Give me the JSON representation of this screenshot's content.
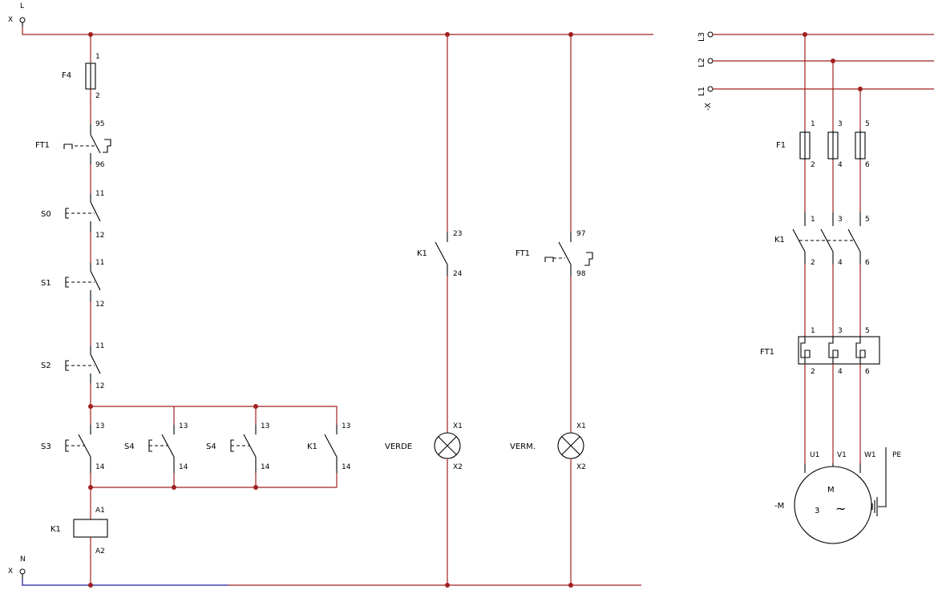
{
  "supply": {
    "l_terminal": "X",
    "l_label": "L",
    "n_terminal": "X",
    "n_label": "N",
    "three_phase_terminal": "-X",
    "phases": [
      "L3",
      "L2",
      "L1"
    ]
  },
  "control": {
    "f4": {
      "tag": "F4",
      "t1": "1",
      "t2": "2"
    },
    "ft1_nc": {
      "tag": "FT1",
      "t1": "95",
      "t2": "96"
    },
    "s0": {
      "tag": "S0",
      "t1": "11",
      "t2": "12"
    },
    "s1": {
      "tag": "S1",
      "t1": "11",
      "t2": "12"
    },
    "s2": {
      "tag": "S2",
      "t1": "11",
      "t2": "12"
    },
    "s3": {
      "tag": "S3",
      "t1": "13",
      "t2": "14"
    },
    "s4a": {
      "tag": "S4",
      "t1": "13",
      "t2": "14"
    },
    "s4b": {
      "tag": "S4",
      "t1": "13",
      "t2": "14"
    },
    "k1_hold": {
      "tag": "K1",
      "t1": "13",
      "t2": "14"
    },
    "k1_coil": {
      "tag": "K1",
      "t1": "A1",
      "t2": "A2"
    },
    "k1_aux": {
      "tag": "K1",
      "t1": "23",
      "t2": "24"
    },
    "ft1_no": {
      "tag": "FT1",
      "t1": "97",
      "t2": "98"
    },
    "lamp_green": {
      "tag": "VERDE",
      "t1": "X1",
      "t2": "X2"
    },
    "lamp_red": {
      "tag": "VERM.",
      "t1": "X1",
      "t2": "X2"
    }
  },
  "power": {
    "f1": {
      "tag": "F1",
      "top": [
        "1",
        "3",
        "5"
      ],
      "bottom": [
        "2",
        "4",
        "6"
      ]
    },
    "k1": {
      "tag": "K1",
      "top": [
        "1",
        "3",
        "5"
      ],
      "bottom": [
        "2",
        "4",
        "6"
      ]
    },
    "ft1": {
      "tag": "FT1",
      "top": [
        "1",
        "3",
        "5"
      ],
      "bottom": [
        "2",
        "4",
        "6"
      ]
    },
    "motor": {
      "tag": "-M",
      "terminals": [
        "U1",
        "V1",
        "W1",
        "PE"
      ],
      "symbol": "M",
      "phases": "3",
      "ac": "~"
    }
  },
  "colors": {
    "wire": "#a02020",
    "neutral": "#1a1aa0",
    "symbol": "#000000"
  }
}
